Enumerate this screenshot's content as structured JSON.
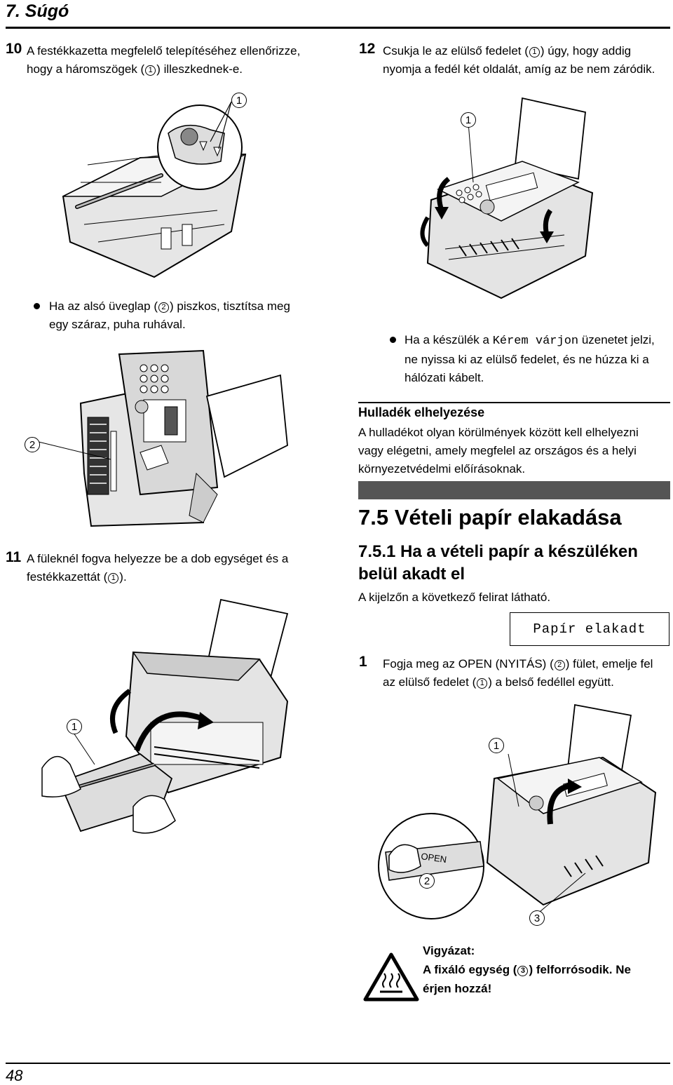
{
  "header": {
    "title": "7. Súgó"
  },
  "step10": {
    "num": "10",
    "line1": "A festékkazetta megfelelő telepítéséhez ellenőrizze,",
    "line2a": "hogy a háromszögek (",
    "line2m": "1",
    "line2b": ") illeszkednek-e."
  },
  "step12": {
    "num": "12",
    "line1a": "Csukja le az elülső fedelet (",
    "line1m": "1",
    "line1b": ") úgy, hogy addig",
    "line2": "nyomja a fedél két oldalát, amíg az be nem záródik."
  },
  "bullet_glass": {
    "line1a": "Ha az alsó üveglap (",
    "line1m": "2",
    "line1b": ") piszkos, tisztítsa meg",
    "line2": "egy száraz, puha ruhával."
  },
  "bullet_wait": {
    "pre": "Ha a készülék a ",
    "lcd": "Kérem várjon",
    "post": " üzenetet jelzi,",
    "line2": "ne nyissa ki az elülső fedelet, és ne húzza ki a",
    "line3": "hálózati kábelt."
  },
  "disposal": {
    "title": "Hulladék elhelyezése",
    "line1": "A hulladékot olyan körülmények között kell elhelyezni",
    "line2": "vagy elégetni, amely megfelel az országos és a helyi",
    "line3": "környezetvédelmi előírásoknak."
  },
  "section": {
    "title": "7.5 Vételi papír elakadása"
  },
  "subsection": {
    "line1": "7.5.1 Ha a vételi papír a készüléken",
    "line2": "belül akadt el",
    "intro": "A kijelzőn a következő felirat látható."
  },
  "lcd_message": "Papír elakadt",
  "step11": {
    "num": "11",
    "line1": "A füleknél fogva helyezze be a dob egységet és a",
    "line2a": "festékkazettát (",
    "line2m": "1",
    "line2b": ")."
  },
  "step1": {
    "num": "1",
    "line1a": "Fogja meg az OPEN (NYITÁS) (",
    "line1m": "2",
    "line1b": ") fület, emelje fel",
    "line2a": "az elülső fedelet (",
    "line2m": "1",
    "line2b": ") a belső fedéllel együtt."
  },
  "caution": {
    "title": "Vigyázat:",
    "line1a": "A fixáló egység (",
    "line1m": "3",
    "line1b": ") felforrósodik. Ne",
    "line2": "érjen hozzá!"
  },
  "callouts": {
    "one": "1",
    "two": "2",
    "three": "3"
  },
  "figure_labels": {
    "open_tab": "OPEN"
  },
  "footer": {
    "page_number": "48"
  }
}
